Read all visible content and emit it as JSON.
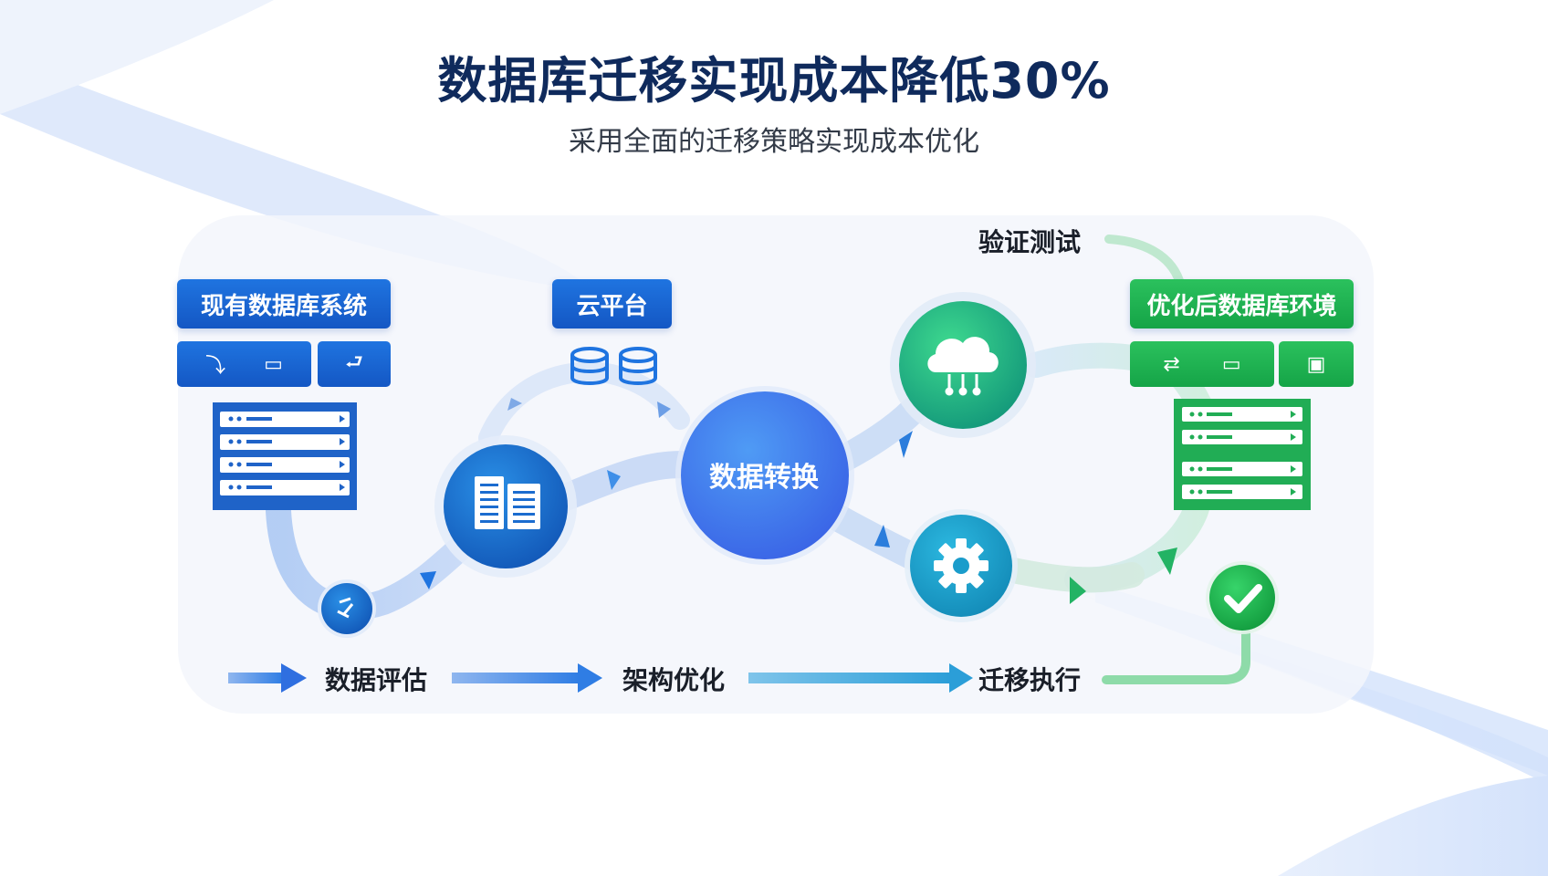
{
  "header": {
    "title": "数据库迁移实现成本降低30%",
    "subtitle": "采用全面的迁移策略实现成本优化"
  },
  "boxes": {
    "source": "现有数据库系统",
    "cloud": "云平台",
    "target": "优化后数据库环境",
    "center": "数据转换"
  },
  "steps": {
    "assess": "数据评估",
    "arch": "架构优化",
    "exec": "迁移执行",
    "verify": "验证测试"
  },
  "colors": {
    "blue": "#1f74e0",
    "green": "#20b455",
    "title": "#0f2a5c"
  },
  "icons": [
    "cloud-network-icon",
    "gear-icon",
    "check-icon",
    "document-icon",
    "database-icon",
    "server-rack-icon"
  ]
}
